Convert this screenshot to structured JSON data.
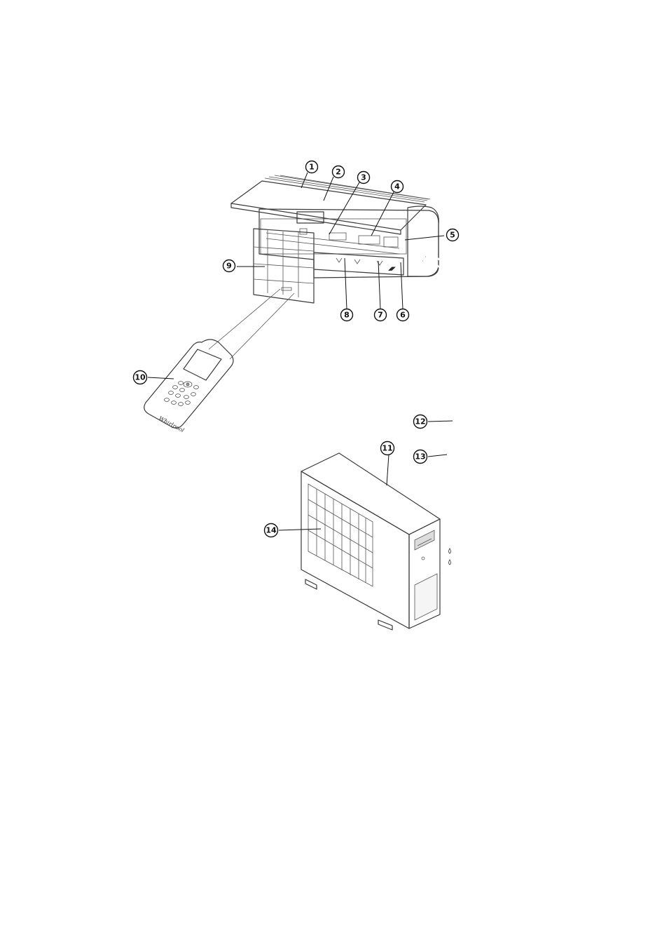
{
  "diagram": {
    "callouts": [
      "1",
      "2",
      "3",
      "4",
      "5",
      "6",
      "7",
      "8",
      "9",
      "10",
      "11",
      "12",
      "13",
      "14"
    ],
    "remote_brand": "Whirlpool"
  },
  "colors": {
    "line": "#3a3a3a",
    "callout_stroke": "#111111",
    "fill_light": "#ececec",
    "fill_mid": "#dcdcdc"
  }
}
